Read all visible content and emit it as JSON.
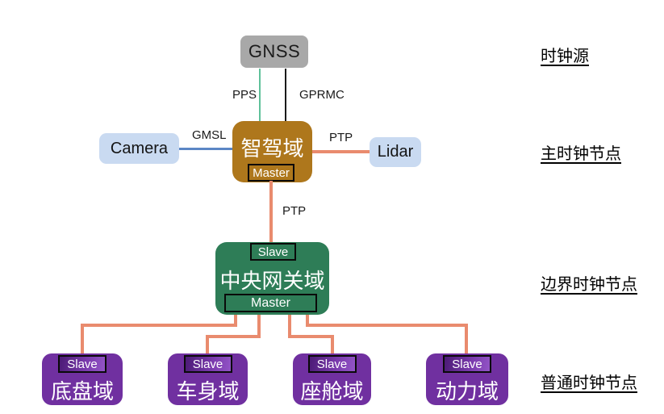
{
  "diagram": {
    "clock_source": {
      "label": "GNSS"
    },
    "peripherals": {
      "camera": "Camera",
      "lidar": "Lidar"
    },
    "master_node": {
      "label": "智驾域",
      "role": "Master"
    },
    "gateway_node": {
      "label": "中央网关域",
      "role_top": "Slave",
      "role_bottom": "Master"
    },
    "slave_nodes": [
      {
        "label": "底盘域",
        "role": "Slave"
      },
      {
        "label": "车身域",
        "role": "Slave"
      },
      {
        "label": "座舱域",
        "role": "Slave"
      },
      {
        "label": "动力域",
        "role": "Slave"
      }
    ],
    "signals": {
      "pps": "PPS",
      "gprmc": "GPRMC",
      "gmsl": "GMSL",
      "ptp_lidar": "PTP",
      "ptp_gateway": "PTP"
    },
    "legend": [
      {
        "label": "时钟源"
      },
      {
        "label": "主时钟节点"
      },
      {
        "label": "边界时钟节点"
      },
      {
        "label": "普通时钟节点"
      }
    ],
    "colors": {
      "gnss_bg": "#A8A8A8",
      "peripheral_bg": "#C9DAF1",
      "driving_bg": "#AE771C",
      "gateway_bg": "#2E7D57",
      "slave_bg": "#7030A0",
      "pps_line": "#5FC19A",
      "gprmc_line": "#1A1A1A",
      "gmsl_line": "#5B86C5",
      "ptp_line": "#E98B6E"
    }
  }
}
